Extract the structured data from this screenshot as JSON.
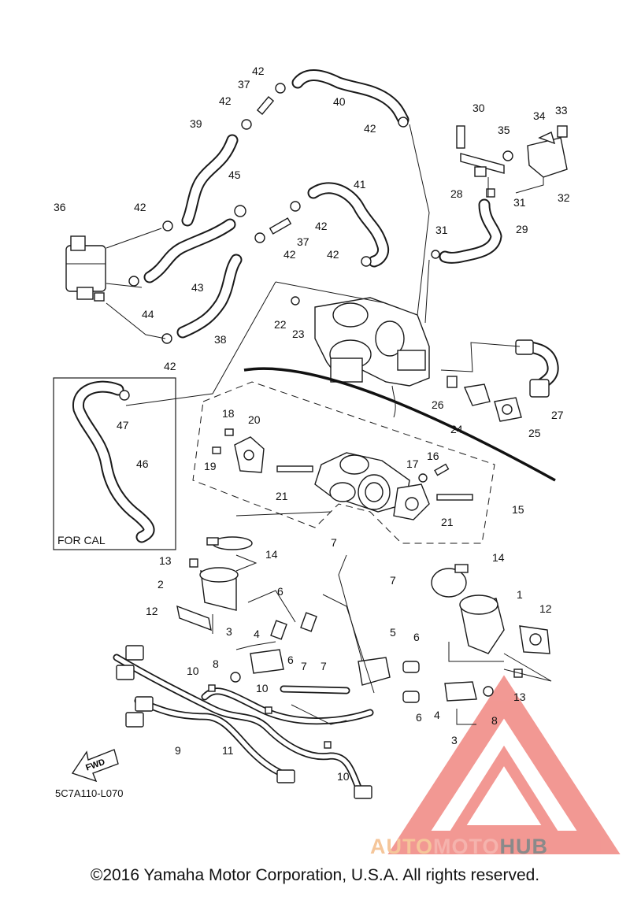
{
  "diagram": {
    "code": "5C7A110-L070",
    "for_cal_label": "FOR CAL",
    "fwd_label": "FWD",
    "copyright": "©2016 Yamaha Motor Corporation, U.S.A. All rights reserved.",
    "watermark": {
      "part1": "AUTO",
      "part2": "MOTO",
      "part3": "HUB"
    },
    "colors": {
      "line": "#1a1a1a",
      "watermark_red": "#e8453c",
      "watermark_orange": "#f0a050",
      "watermark_gray": "#8a8a8a"
    },
    "callouts": {
      "n1": "1",
      "n2": "2",
      "n3": "3",
      "n4": "4",
      "n5": "5",
      "n6": "6",
      "n7": "7",
      "n8": "8",
      "n9": "9",
      "n10": "10",
      "n11": "11",
      "n12": "12",
      "n13": "13",
      "n14": "14",
      "n15": "15",
      "n16": "16",
      "n17": "17",
      "n18": "18",
      "n19": "19",
      "n20": "20",
      "n21": "21",
      "n22": "22",
      "n23": "23",
      "n24": "24",
      "n25": "25",
      "n26": "26",
      "n27": "27",
      "n28": "28",
      "n29": "29",
      "n30": "30",
      "n31": "31",
      "n32": "32",
      "n33": "33",
      "n34": "34",
      "n35": "35",
      "n36": "36",
      "n37": "37",
      "n38": "38",
      "n39": "39",
      "n40": "40",
      "n41": "41",
      "n42": "42",
      "n43": "43",
      "n44": "44",
      "n45": "45",
      "n46": "46",
      "n47": "47"
    }
  }
}
